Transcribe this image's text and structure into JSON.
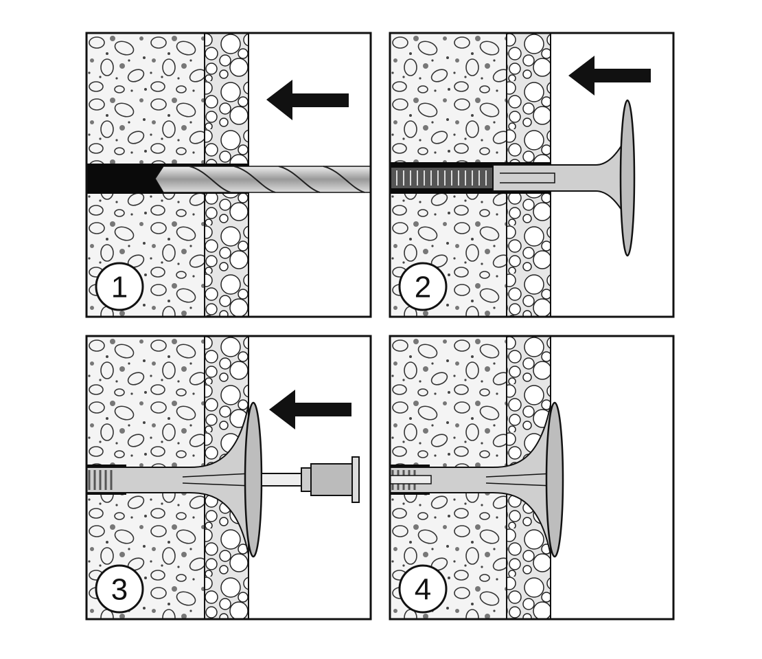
{
  "panels": [
    {
      "step": "1",
      "action": "drill"
    },
    {
      "step": "2",
      "action": "insert-dowel"
    },
    {
      "step": "3",
      "action": "hammer-nail"
    },
    {
      "step": "4",
      "action": "installed"
    }
  ],
  "colors": {
    "ink": "#111111",
    "hole": "#0a0a0a",
    "dowel": "#cfcfcf",
    "plate": "#bdbdbd",
    "foam_bg": "#e6e6e6"
  }
}
